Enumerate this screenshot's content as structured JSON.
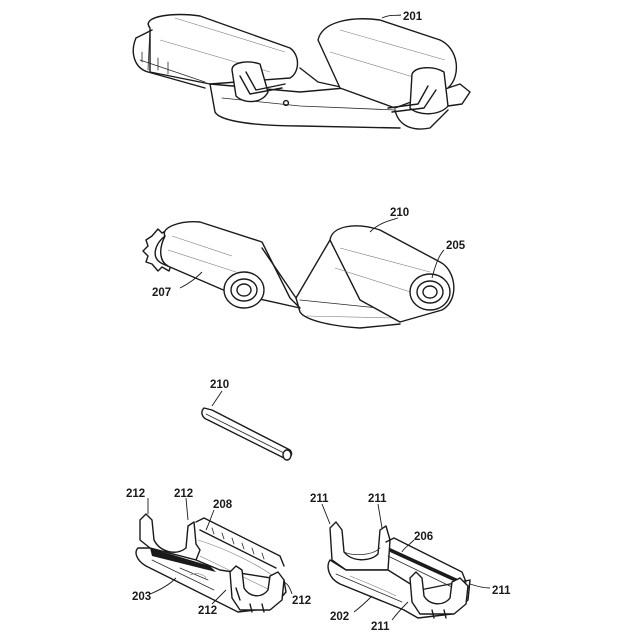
{
  "figure": {
    "parts": [
      {
        "id": "ribbon-cartridge-assembled",
        "labels": [
          "201"
        ]
      },
      {
        "id": "ribbon-with-spools",
        "labels": [
          "210",
          "205",
          "207"
        ]
      },
      {
        "id": "spool-shaft",
        "labels": [
          "210"
        ]
      },
      {
        "id": "lower-housing-left",
        "labels": [
          "212",
          "212",
          "208",
          "203",
          "212",
          "212"
        ]
      },
      {
        "id": "lower-housing-right",
        "labels": [
          "211",
          "211",
          "206",
          "211",
          "202",
          "211"
        ]
      }
    ]
  }
}
